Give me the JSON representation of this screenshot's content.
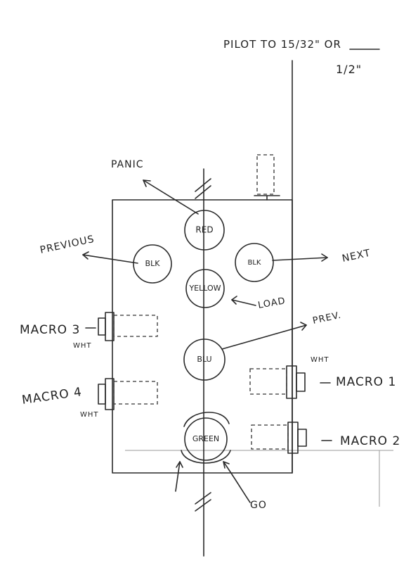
{
  "header": {
    "note_line1": "PILOT TO 15/32\" OR",
    "note_line2": "1/2\""
  },
  "buttons": [
    {
      "id": "red",
      "label": "RED",
      "function": "PANIC"
    },
    {
      "id": "blk-left",
      "label": "BLK",
      "function": "PREVIOUS"
    },
    {
      "id": "blk-right",
      "label": "BLK",
      "function": "NEXT"
    },
    {
      "id": "yellow",
      "label": "YELLOW",
      "function": "LOAD"
    },
    {
      "id": "blu",
      "label": "BLU",
      "function": "PREV."
    },
    {
      "id": "green",
      "label": "GREEN",
      "function": "GO"
    }
  ],
  "macros": {
    "macro1": "MACRO 1",
    "macro2": "MACRO 2",
    "macro3": "MACRO 3",
    "macro4": "MACRO 4",
    "wht": "WHT"
  }
}
